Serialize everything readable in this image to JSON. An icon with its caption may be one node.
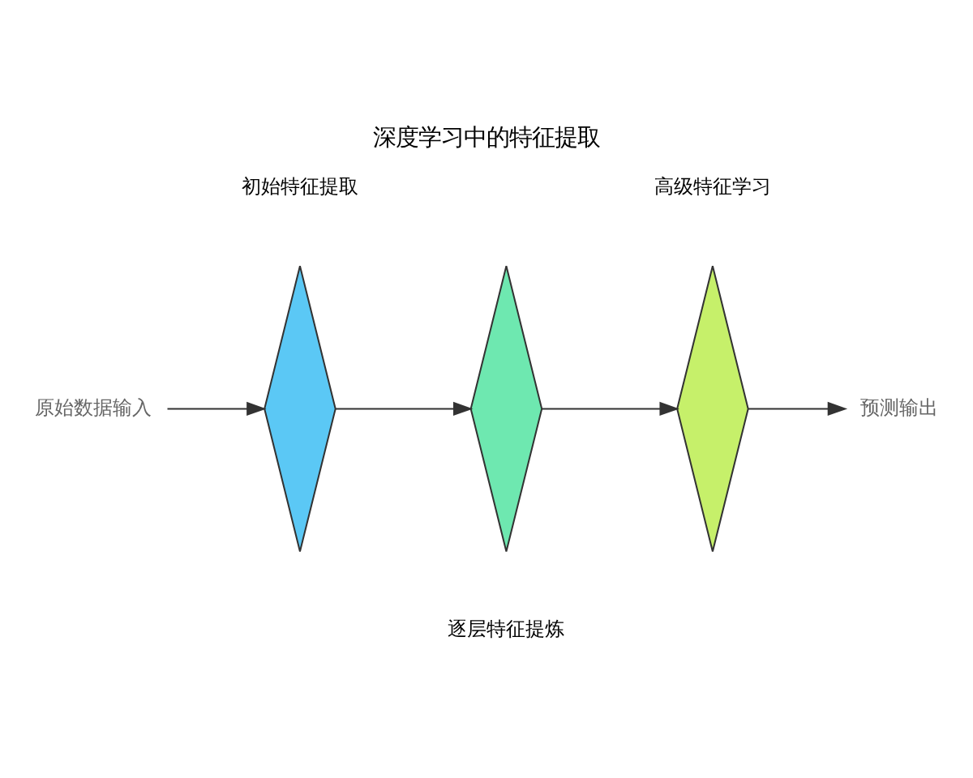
{
  "diagram": {
    "title": "深度学习中的特征提取",
    "nodes": [
      {
        "text": [
          "原始数据输入"
        ]
      },
      {
        "text": [],
        "shape": "diamond"
      },
      {
        "text": [],
        "shape": "diamond"
      },
      {
        "text": [],
        "shape": "diamond"
      },
      {
        "text": [
          "预测输出"
        ]
      }
    ],
    "edges": [
      {
        "from": 0,
        "to": 1,
        "arrow": "to"
      },
      {
        "from": 1,
        "to": 2,
        "arrow": "to"
      },
      {
        "from": 2,
        "to": 3,
        "arrow": "to"
      },
      {
        "from": 3,
        "to": 4,
        "arrow": "to"
      }
    ],
    "labels": [
      "初始特征提取",
      "高级特征学习",
      "逐层特征提炼"
    ]
  }
}
